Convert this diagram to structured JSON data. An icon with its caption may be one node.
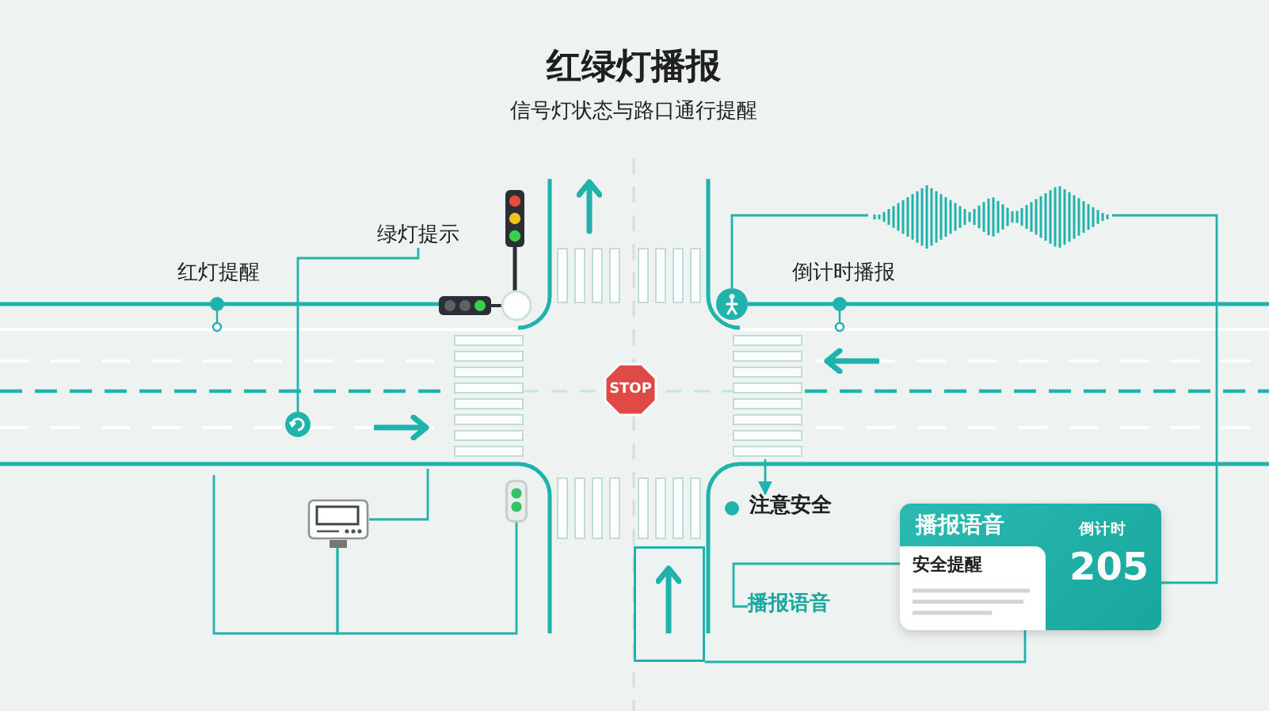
{
  "diagram": {
    "title": "红绿灯播报",
    "nodes": [
      {
        "text": [],
        "shape": "picture"
      },
      {
        "text": [
          "绿灯提示"
        ]
      },
      {
        "text": [],
        "shape": "circle"
      },
      {
        "text": [
          "STOP"
        ]
      },
      {
        "text": [],
        "shape": "circle"
      },
      {
        "text": [],
        "shape": "picture"
      },
      {
        "text": [],
        "shape": "picture"
      },
      {
        "text": [
          "注意安全"
        ]
      },
      {
        "text": [
          "播报语音",
          "安全提醒",
          "倒计时",
          "205"
        ]
      },
      {
        "text": [],
        "shape": "box"
      },
      {
        "text": [
          "播报语音"
        ]
      }
    ],
    "edges": [
      {
        "from": 1,
        "to": 4,
        "arrow": "none"
      },
      {
        "from": 2,
        "to": 0,
        "arrow": "none"
      },
      {
        "from": 0,
        "to": 8,
        "arrow": "none"
      },
      {
        "from": 10,
        "to": 8,
        "arrow": "none"
      },
      {
        "from": 8,
        "to": 9,
        "arrow": "none"
      },
      {
        "from": 6,
        "to": null,
        "arrow": "none"
      },
      {
        "from": 6,
        "to": 5,
        "arrow": "none"
      },
      {
        "from": 6,
        "to": null,
        "arrow": "none"
      },
      {
        "from": null,
        "to": 7,
        "arrow": "to"
      }
    ],
    "labels": [
      "信号灯状态与路口通行提醒",
      "红灯提醒",
      "倒计时播报"
    ]
  }
}
